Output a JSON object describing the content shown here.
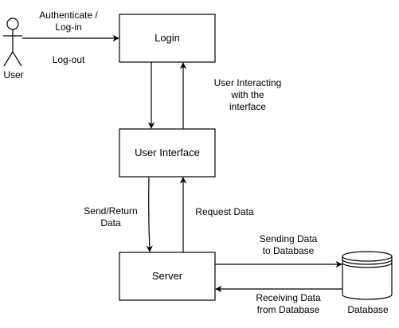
{
  "actor": {
    "label": "User"
  },
  "nodes": {
    "login": "Login",
    "user_interface": "User Interface",
    "server": "Server",
    "database": "Database"
  },
  "edges": {
    "authenticate": [
      "Authenticate /",
      "Log-in"
    ],
    "logout": "Log-out",
    "interacting": [
      "User Interacting",
      "with the",
      "interface"
    ],
    "send_return": [
      "Send/Return",
      "Data"
    ],
    "request": "Request Data",
    "sending": [
      "Sending Data",
      "to Database"
    ],
    "receiving": [
      "Receiving Data",
      "from Database"
    ]
  }
}
